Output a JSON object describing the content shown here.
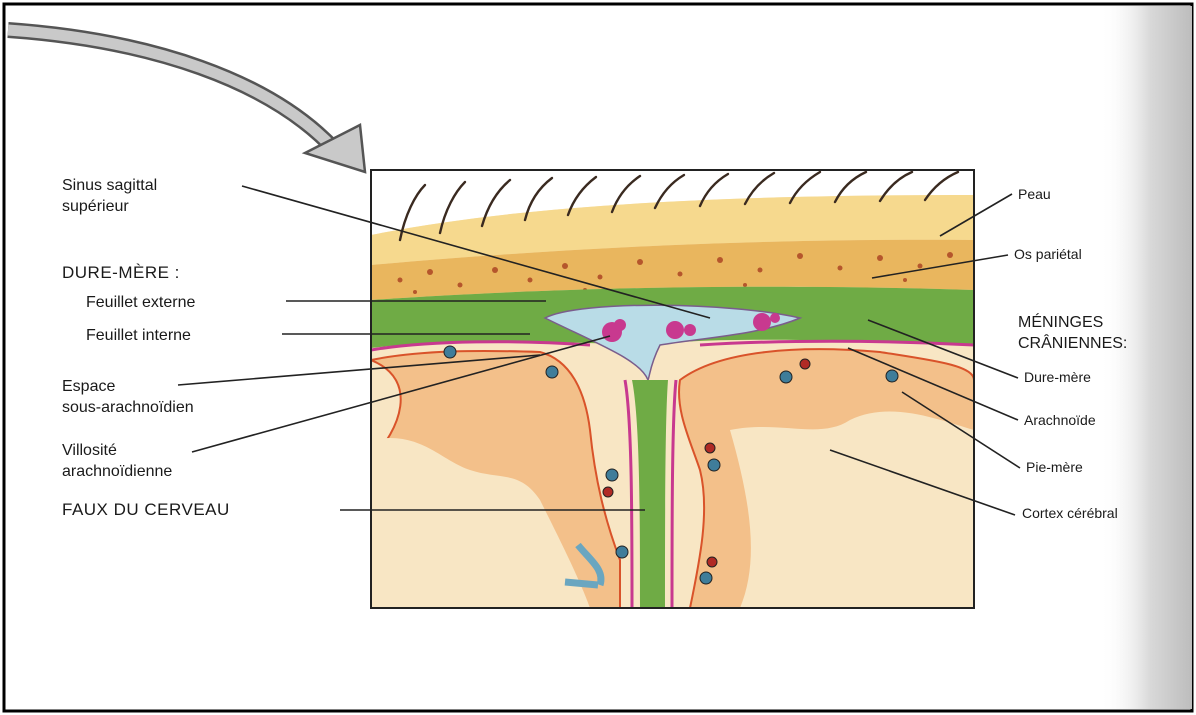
{
  "labels": {
    "sinus_line1": "Sinus sagittal",
    "sinus_line2": "supérieur",
    "dure_mere_heading": "DURE-MÈRE :",
    "feuillet_externe": "Feuillet externe",
    "feuillet_interne": "Feuillet interne",
    "espace_line1": "Espace",
    "espace_line2": "sous-arachnoïdien",
    "villosite_line1": "Villosité",
    "villosite_line2": "arachnoïdienne",
    "faux_du_cerveau": "FAUX DU CERVEAU",
    "peau": "Peau",
    "os_parietal": "Os pariétal",
    "meninges_line1": "MÉNINGES",
    "meninges_line2": "CRÂNIENNES:",
    "dure_mere": "Dure-mère",
    "arachnoide": "Arachnoïde",
    "pie_mere": "Pie-mère",
    "cortex_cerebral": "Cortex cérébral"
  },
  "colors": {
    "skin": "#f6d98e",
    "bone": "#e9b65e",
    "bone_dots": "#b5562c",
    "dura": "#6fab45",
    "sinus": "#b9dce7",
    "pia": "#c8398f",
    "cortex": "#f3c08a",
    "cortex_edge": "#d9532a",
    "white_matter": "#f8e6c4",
    "vessel_blue": "#3f7d9a",
    "vessel_red": "#b02a25"
  }
}
